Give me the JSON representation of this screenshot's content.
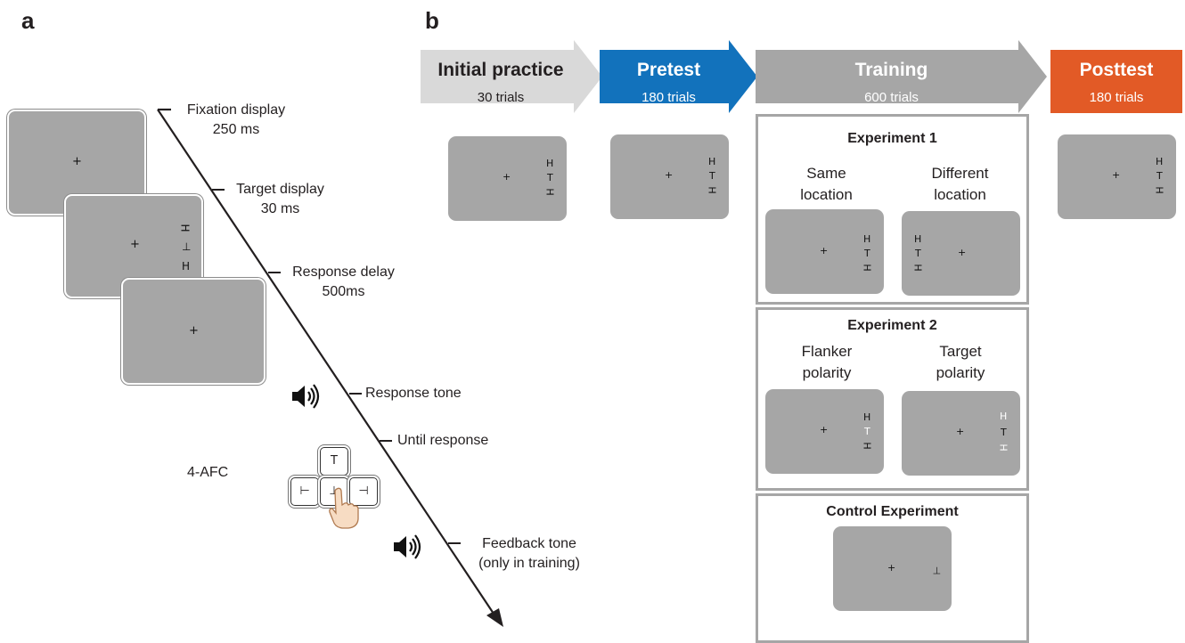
{
  "panel_a": {
    "label": "a",
    "events": [
      {
        "name": "Fixation display",
        "time": "250 ms"
      },
      {
        "name": "Target display",
        "time": "30 ms"
      },
      {
        "name": "Response delay",
        "time": "500ms"
      },
      {
        "name": "Response tone",
        "time": ""
      },
      {
        "name": "Until response",
        "time": ""
      },
      {
        "name": "Feedback tone",
        "time": "(only in training)"
      }
    ],
    "response_mode": "4-AFC",
    "fixation_symbol": "+",
    "keys": [
      "T",
      "⊢",
      "⊥",
      "⊣"
    ],
    "target_letters": [
      "H",
      "⊥",
      "H"
    ],
    "icons": [
      "speaker-icon",
      "hand-pointer-icon",
      "arrow-icon"
    ]
  },
  "panel_b": {
    "label": "b",
    "phases": [
      {
        "title": "Initial practice",
        "trials": "30 trials",
        "color": "#d9d9d9"
      },
      {
        "title": "Pretest",
        "trials": "180 trials",
        "color": "#1272bc"
      },
      {
        "title": "Training",
        "trials": "600 trials",
        "color": "#a6a6a6"
      },
      {
        "title": "Posttest",
        "trials": "180 trials",
        "color": "#e25a26"
      }
    ],
    "standard_stimulus": [
      "H",
      "T",
      "H"
    ],
    "experiments": [
      {
        "title": "Experiment 1",
        "conditions": [
          "Same location",
          "Different location"
        ]
      },
      {
        "title": "Experiment 2",
        "conditions": [
          "Flanker polarity",
          "Target polarity"
        ]
      },
      {
        "title": "Control Experiment",
        "conditions": []
      }
    ],
    "control_stimulus": "⊣"
  }
}
